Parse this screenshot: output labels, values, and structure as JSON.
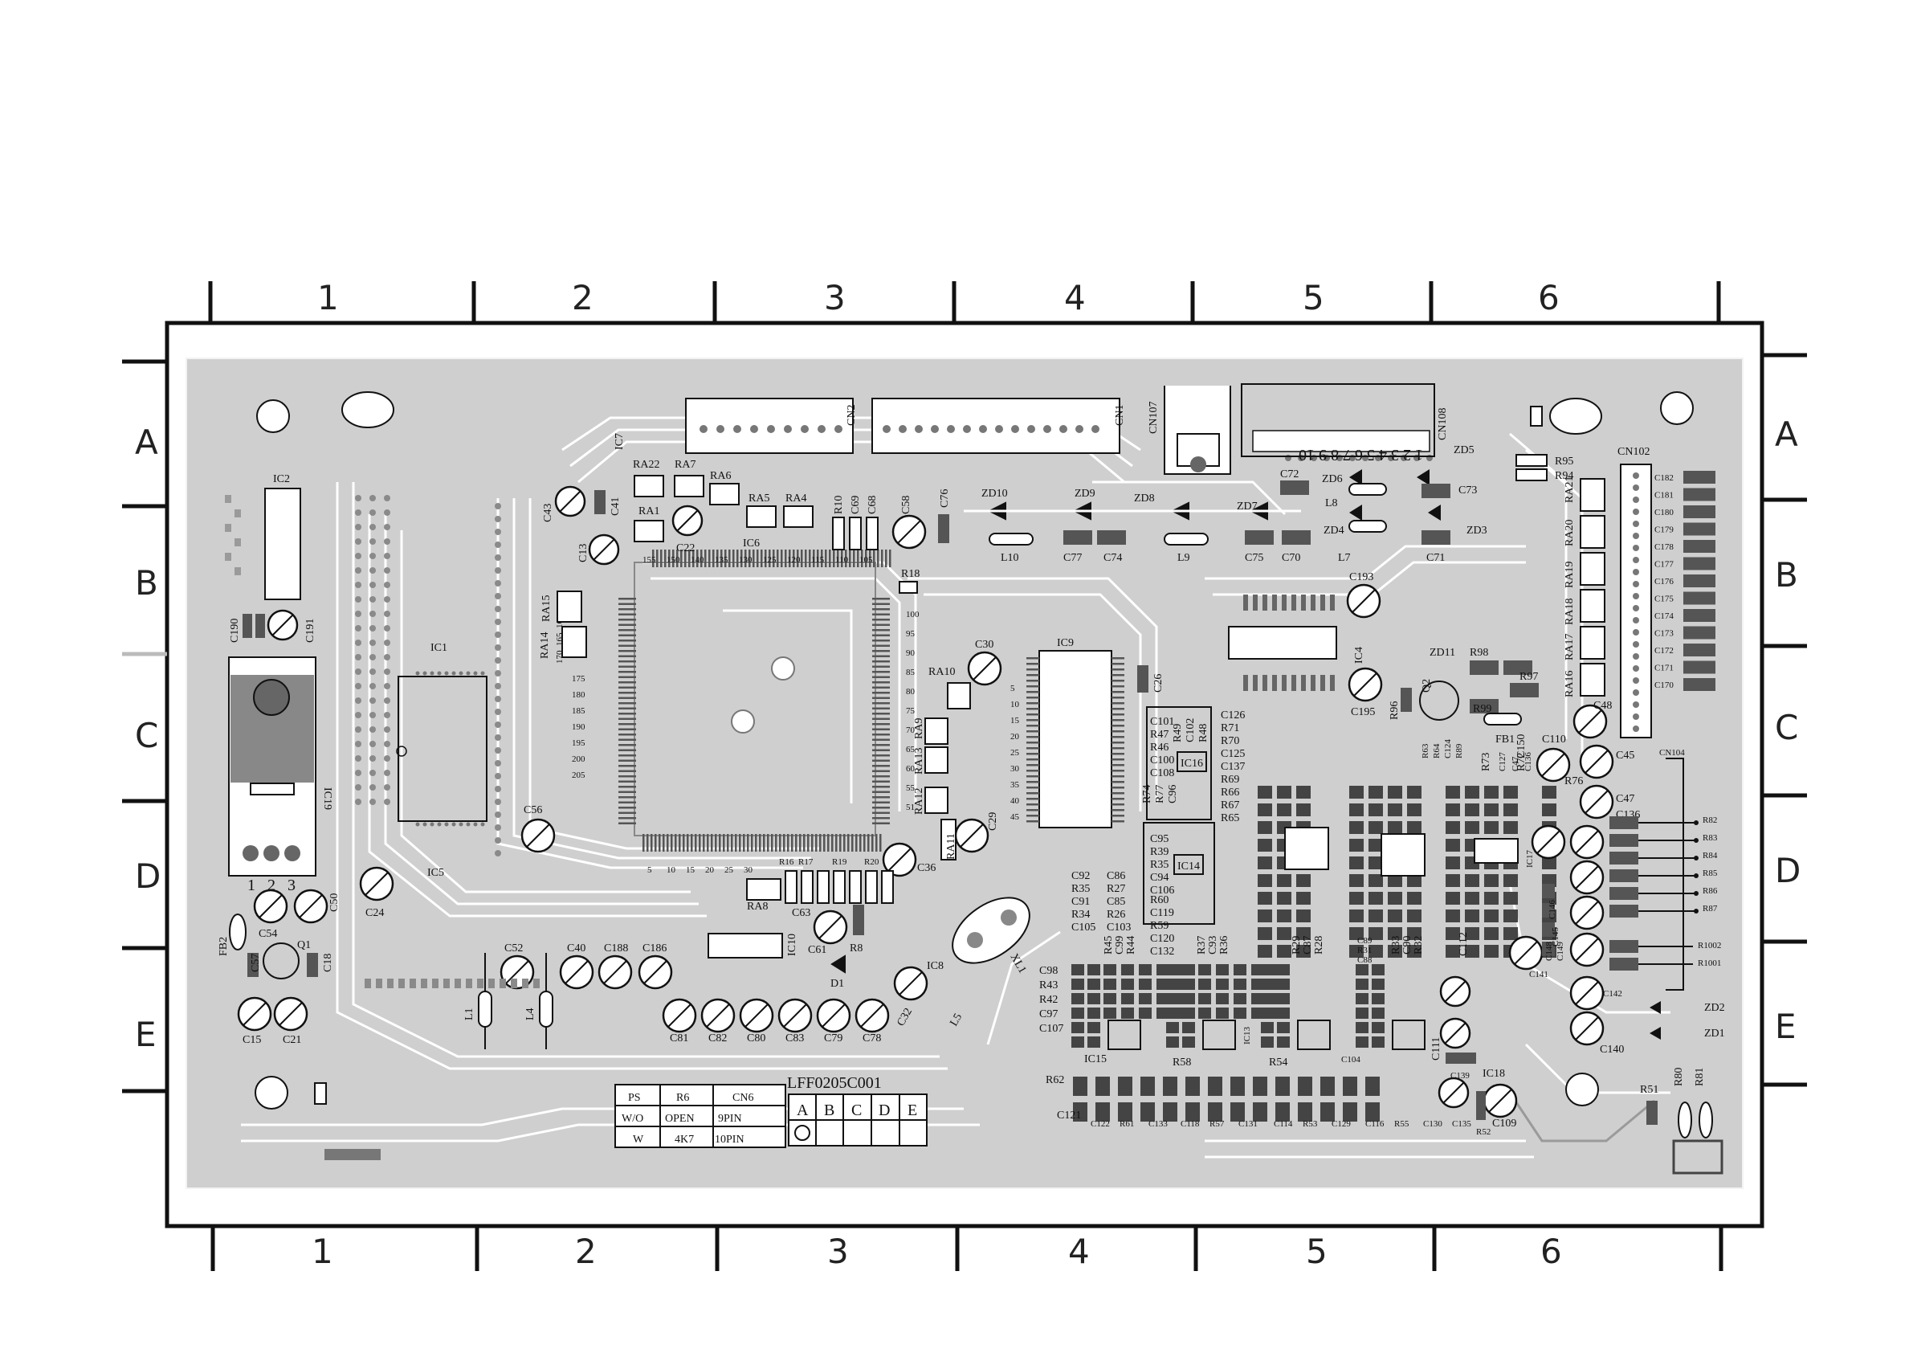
{
  "board": {
    "part_number": "LFF0205C001",
    "columns_top": [
      "1",
      "2",
      "3",
      "4",
      "5",
      "6"
    ],
    "columns_bottom": [
      "1",
      "2",
      "3",
      "4",
      "5",
      "6"
    ],
    "rows_left": [
      "A",
      "B",
      "C",
      "D",
      "E"
    ],
    "rows_right": [
      "A",
      "B",
      "C",
      "D",
      "E"
    ]
  },
  "table_ps": {
    "headers": [
      "PS",
      "R6",
      "CN6"
    ],
    "rows": [
      [
        "W/O",
        "OPEN",
        "9PIN"
      ],
      [
        "W",
        "4K7",
        "10PIN"
      ]
    ]
  },
  "table_rev": {
    "headers": [
      "A",
      "B",
      "C",
      "D",
      "E"
    ]
  },
  "labels": {
    "ic1": "IC1",
    "ic2": "IC2",
    "ic4": "IC4",
    "ic5": "IC5",
    "ic6": "IC6",
    "ic7": "IC7",
    "ic8": "IC8",
    "ic9": "IC9",
    "ic10": "IC10",
    "ic13": "IC13",
    "ic14": "IC14",
    "ic15": "IC15",
    "ic16": "IC16",
    "ic17": "IC17",
    "ic18": "IC18",
    "ic19": "IC19",
    "cn1": "CN1",
    "cn2": "CN2",
    "cn102": "CN102",
    "cn104": "CN104",
    "cn107": "CN107",
    "cn108": "CN108",
    "cn108_pins": "1 2 3 4 5 6 7 8 9 10",
    "ra22": "RA22",
    "ra7": "RA7",
    "ra6": "RA6",
    "ra5": "RA5",
    "ra4": "RA4",
    "ra1": "RA1",
    "ra14": "RA14",
    "ra15": "RA15",
    "ra8": "RA8",
    "ra9": "RA9",
    "ra10": "RA10",
    "ra11": "RA11",
    "ra12": "RA12",
    "ra13": "RA13",
    "ra16": "RA16",
    "ra17": "RA17",
    "ra18": "RA18",
    "ra19": "RA19",
    "ra20": "RA20",
    "ra21": "RA21",
    "zd1": "ZD1",
    "zd2": "ZD2",
    "zd3": "ZD3",
    "zd4": "ZD4",
    "zd5": "ZD5",
    "zd6": "ZD6",
    "zd7": "ZD7",
    "zd8": "ZD8",
    "zd9": "ZD9",
    "zd10": "ZD10",
    "zd11": "ZD11",
    "l1": "L1",
    "l4": "L4",
    "l5": "L5",
    "l7": "L7",
    "l8": "L8",
    "l9": "L9",
    "l10": "L10",
    "fb1": "FB1",
    "fb2": "FB2",
    "xl1": "XL1",
    "d1": "D1",
    "q1": "Q1",
    "q2": "Q2",
    "r6": "R6",
    "r8": "R8",
    "r10": "R10",
    "r16": "R16",
    "r17": "R17",
    "r18": "R18",
    "r19": "R19",
    "r20": "R20",
    "r51": "R51",
    "r52": "R52",
    "r54": "R54",
    "r58": "R58",
    "r62": "R62",
    "r72": "R72",
    "r73": "R73",
    "r76": "R76",
    "r80": "R80",
    "r81": "R81",
    "r82": "R82",
    "r83": "R83",
    "r84": "R84",
    "r85": "R85",
    "r86": "R86",
    "r87": "R87",
    "r94": "R94",
    "r95": "R95",
    "r96": "R96",
    "r97": "R97",
    "r98": "R98",
    "r99": "R99",
    "r1001": "R1001",
    "r1002": "R1002",
    "c13": "C13",
    "c15": "C15",
    "c18": "C18",
    "c21": "C21",
    "c22": "C22",
    "c24": "C24",
    "c26": "C26",
    "c29": "C29",
    "c30": "C30",
    "c32": "C32",
    "c36": "C36",
    "c40": "C40",
    "c41": "C41",
    "c43": "C43",
    "c45": "C45",
    "c47": "C47",
    "c48": "C48",
    "c50": "C50",
    "c52": "C52",
    "c54": "C54",
    "c56": "C56",
    "c57": "C57",
    "c58": "C58",
    "c61": "C61",
    "c63": "C63",
    "c68": "C68",
    "c69": "C69",
    "c70": "C70",
    "c71": "C71",
    "c72": "C72",
    "c73": "C73",
    "c74": "C74",
    "c75": "C75",
    "c76": "C76",
    "c77": "C77",
    "c78": "C78",
    "c79": "C79",
    "c80": "C80",
    "c81": "C81",
    "c82": "C82",
    "c83": "C83",
    "c104": "C104",
    "c109": "C109",
    "c110": "C110",
    "c111": "C111",
    "c112": "C112",
    "c121": "C121",
    "c136": "C136",
    "c139": "C139",
    "c140": "C140",
    "c150": "C150",
    "c186": "C186",
    "c188": "C188",
    "c190": "C190",
    "c191": "C191",
    "c193": "C193",
    "c195": "C195",
    "pin_nums_ic9": [
      "5",
      "10",
      "15",
      "20",
      "25",
      "30",
      "35",
      "40",
      "45"
    ],
    "pin_nums_ic6_right": [
      "100",
      "95",
      "90",
      "85",
      "80",
      "75",
      "70",
      "65",
      "60",
      "55",
      "51"
    ],
    "pin_nums_ic6_left": [
      "175",
      "180",
      "185",
      "190",
      "195",
      "200",
      "205"
    ],
    "pin_nums_ic6_bottom": [
      "5",
      "10",
      "15",
      "20",
      "25",
      "30"
    ],
    "pin_nums_ic6_top": [
      "155",
      "150",
      "140",
      "135",
      "130",
      "125",
      "120",
      "115",
      "110",
      "105"
    ],
    "pin_nums_ic6_topleft": [
      "170",
      "165",
      "160"
    ],
    "q1_pins": [
      "1",
      "2",
      "3"
    ]
  },
  "groups": {
    "left_stack_top": [
      "C101",
      "R47",
      "R46",
      "C100",
      "C108"
    ],
    "left_stack_r": [
      "R49",
      "C102",
      "R48"
    ],
    "right_stack": [
      "C126",
      "R71",
      "R70",
      "C125",
      "C137",
      "R69",
      "R66",
      "R67",
      "R65"
    ],
    "ic16_stack": [
      "R74",
      "R77",
      "C96",
      "C95",
      "R39",
      "R35",
      "C94",
      "C106"
    ],
    "ic14_stack": [
      "R60",
      "C119",
      "R59",
      "C120",
      "C132"
    ],
    "mid_left_stack": [
      "C92",
      "R35",
      "C91",
      "R34",
      "C105"
    ],
    "mid_right_stack": [
      "C86",
      "R27",
      "C85",
      "R26",
      "C103"
    ],
    "ra_right_block": [
      "R63",
      "R64",
      "C124",
      "R89"
    ],
    "bottom_row1": [
      "C122",
      "R61",
      "C133"
    ],
    "bottom_row2": [
      "C118",
      "R57",
      "C131"
    ],
    "bottom_row3": [
      "C114",
      "R53",
      "C129"
    ],
    "bottom_row4": [
      "C116",
      "R55",
      "C130",
      "C135"
    ],
    "vert_r": [
      "R45",
      "C99",
      "R44"
    ],
    "vert_r2": [
      "R37",
      "C93",
      "R36"
    ],
    "vert_r3": [
      "R29",
      "C87",
      "R28"
    ],
    "vert_r4": [
      "R33",
      "C90",
      "R32"
    ],
    "left_bottom": [
      "C98",
      "R43",
      "R42",
      "C97",
      "C107"
    ],
    "right_caps": [
      "C146",
      "C145",
      "C148",
      "C149",
      "C141",
      "C142"
    ],
    "cn102_caps": [
      "C182",
      "C181",
      "C180",
      "C179",
      "C178",
      "C177",
      "C176",
      "C175",
      "C174",
      "C173",
      "C172",
      "C171",
      "C170"
    ],
    "ic7_caps": [
      "C127",
      "C47",
      "C136"
    ],
    "mid_small": [
      "C89",
      "R31",
      "C88"
    ]
  },
  "colors": {
    "board": "#cfcfcf",
    "outline": "#111111",
    "trace": "#ffffff",
    "pad": "#444444"
  }
}
